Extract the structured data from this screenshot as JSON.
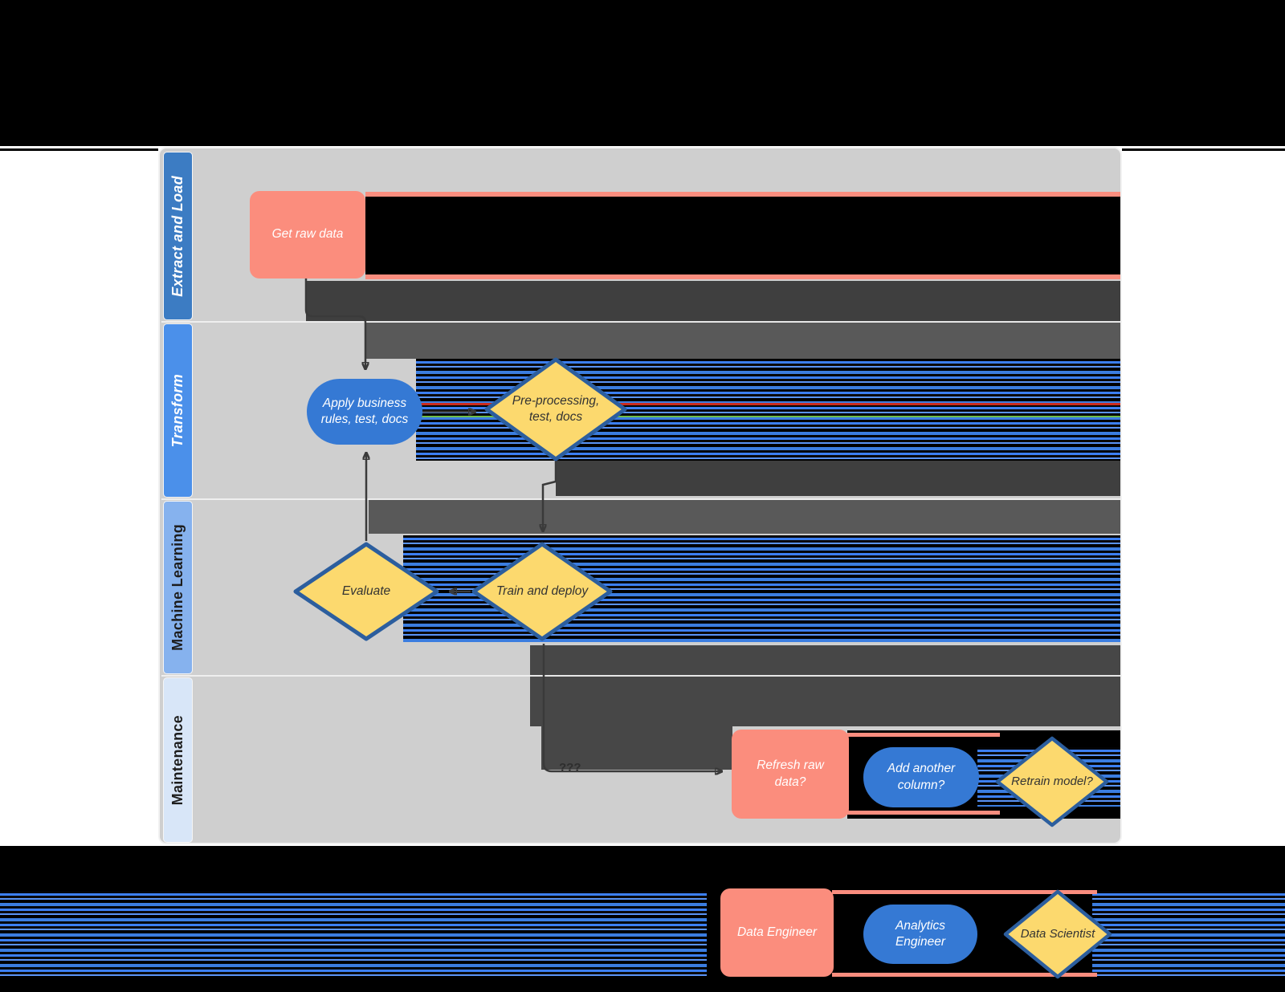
{
  "palette": {
    "process_fill": "#fb8d7d",
    "ellipse_fill": "#3579d4",
    "decision_fill": "#fcd96e",
    "decision_border": "#2c5e9e",
    "lane_colors": [
      "#3c7cc3",
      "#4b90ea",
      "#86b2ee",
      "#d8e6f8"
    ],
    "canvas_bg": "#cfcfcf",
    "artifact_dark": "#3f3f3f",
    "stripe_blue": "#3c7ff2",
    "page_black": "#000000"
  },
  "lanes": [
    {
      "label": "Extract and Load"
    },
    {
      "label": "Transform"
    },
    {
      "label": "Machine Learning"
    },
    {
      "label": "Maintenance"
    }
  ],
  "nodes": {
    "get_raw_data": "Get raw data",
    "apply_business_rules": "Apply business rules, test, docs",
    "preprocessing": "Pre-processing, test, docs",
    "evaluate": "Evaluate",
    "train_and_deploy": "Train and deploy",
    "refresh_raw_data": "Refresh raw data?",
    "add_another_column": "Add another column?",
    "retrain_model": "Retrain model?"
  },
  "connectors": {
    "maintenance_label": "???"
  },
  "legend": {
    "data_engineer": "Data Engineer",
    "analytics_engineer": "Analytics Engineer",
    "data_scientist": "Data Scientist"
  }
}
